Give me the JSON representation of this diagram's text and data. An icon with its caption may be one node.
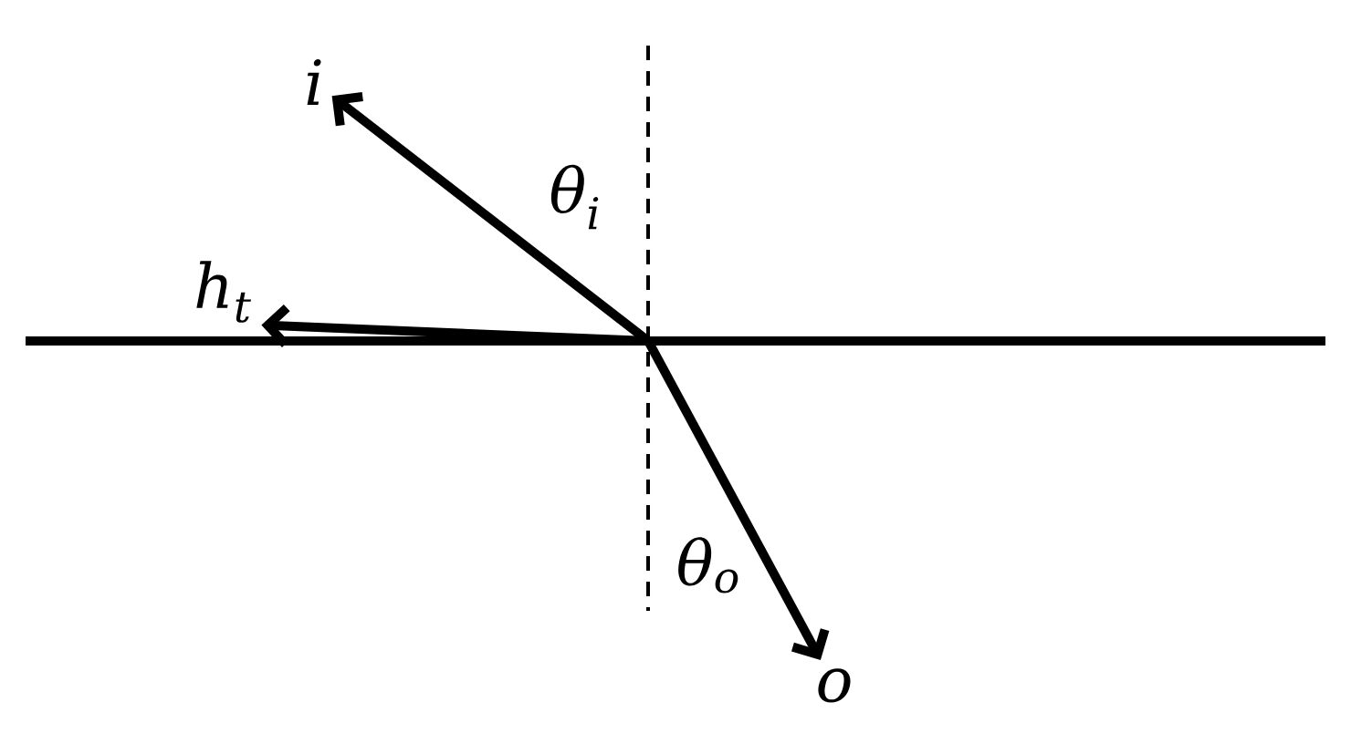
{
  "diagram": {
    "nodes": [
      {
        "text": [
          "i"
        ]
      },
      {
        "text": [
          "h$_{t}$"
        ]
      },
      {
        "text": [
          "o"
        ]
      }
    ],
    "edges": [
      {
        "from": null,
        "to": 0,
        "arrow": "to"
      },
      {
        "from": null,
        "to": 1,
        "arrow": "to"
      },
      {
        "from": null,
        "to": 2,
        "arrow": "to"
      }
    ],
    "labels": [
      "θ$_{i}$",
      "θ$_{o}$"
    ]
  }
}
